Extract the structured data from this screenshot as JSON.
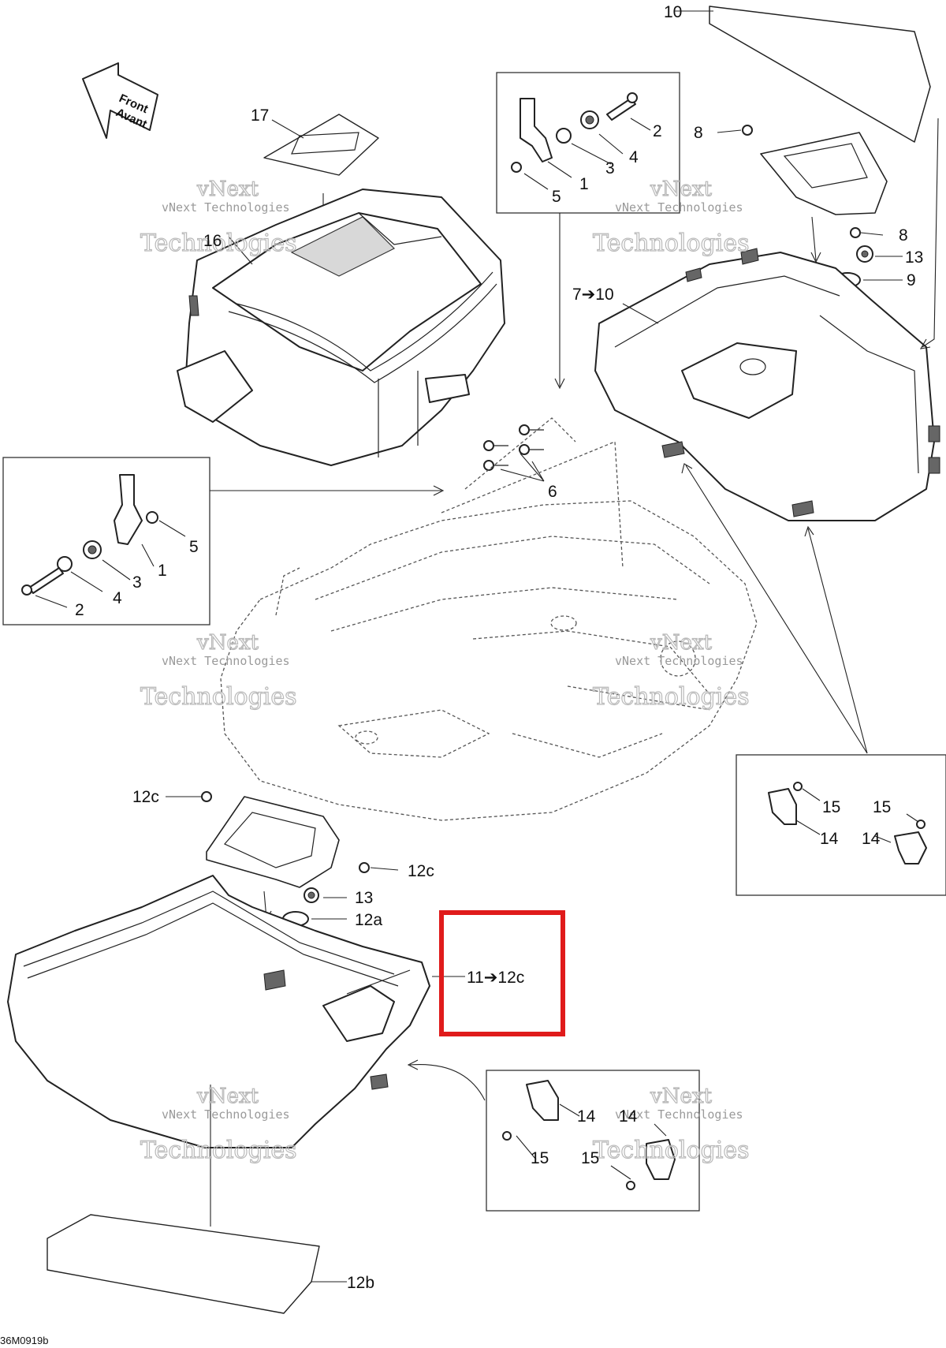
{
  "labels": {
    "l10_top": "10",
    "l17": "17",
    "l16": "16",
    "l2a": "2",
    "l4a": "4",
    "l3a": "3",
    "l1a": "1",
    "l5a": "5",
    "l8a": "8",
    "l8b": "8",
    "l13a": "13",
    "l9": "9",
    "l7to10": "7➔10",
    "l6": "6",
    "l5b": "5",
    "l1b": "1",
    "l3b": "3",
    "l4b": "4",
    "l2b": "2",
    "l15a": "15",
    "l15b": "15",
    "l14a": "14",
    "l14b": "14",
    "l12c_a": "12c",
    "l12c_b": "12c",
    "l13b": "13",
    "l12a": "12a",
    "l11to12c": "11➔12c",
    "l14c": "14",
    "l14d": "14",
    "l15c": "15",
    "l15d": "15",
    "l12b": "12b",
    "front_en": "Front",
    "front_fr": "Avant",
    "drawing_id": "36M0919b"
  },
  "watermark": {
    "line1": "vNext",
    "line2": "vNext Technologies",
    "line3": "Technologies"
  },
  "highlight_color": "#e01b1b"
}
